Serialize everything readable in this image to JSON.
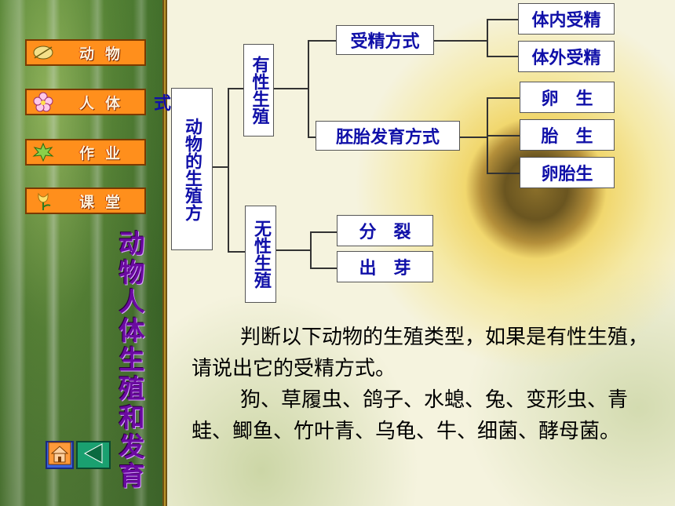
{
  "sidebar": {
    "nav": [
      {
        "label": "动物",
        "icon": "leaf-icon"
      },
      {
        "label": "人体",
        "icon": "flower-icon"
      },
      {
        "label": "作业",
        "icon": "maple-icon"
      },
      {
        "label": "课堂",
        "icon": "tulip-icon"
      }
    ],
    "title": "动物人体生殖和发育",
    "home_icon": "home-icon",
    "back_icon": "back-arrow-icon"
  },
  "diagram": {
    "root_main": "动物的生殖方",
    "root_extra": "式",
    "sexual": "有性生殖",
    "asexual": "无性生殖",
    "fertilization": "受精方式",
    "internal": "体内受精",
    "external": "体外受精",
    "embryo": "胚胎发育方式",
    "oviparous": "卵　生",
    "viviparous": "胎　生",
    "ovoviviparous": "卵胎生",
    "fission": "分　裂",
    "budding": "出　芽"
  },
  "question": {
    "p1": "判断以下动物的生殖类型，如果是有性生殖，请说出它的受精方式。",
    "p2": "狗、草履虫、鸽子、水螅、兔、变形虫、青蛙、鲫鱼、竹叶青、乌龟、牛、细菌、酵母菌。"
  },
  "colors": {
    "nav_button": "#ff8f1c",
    "diagram_text": "#1010a8",
    "sidebar_title": "#6a0aa0",
    "divider": "#b8922a"
  }
}
